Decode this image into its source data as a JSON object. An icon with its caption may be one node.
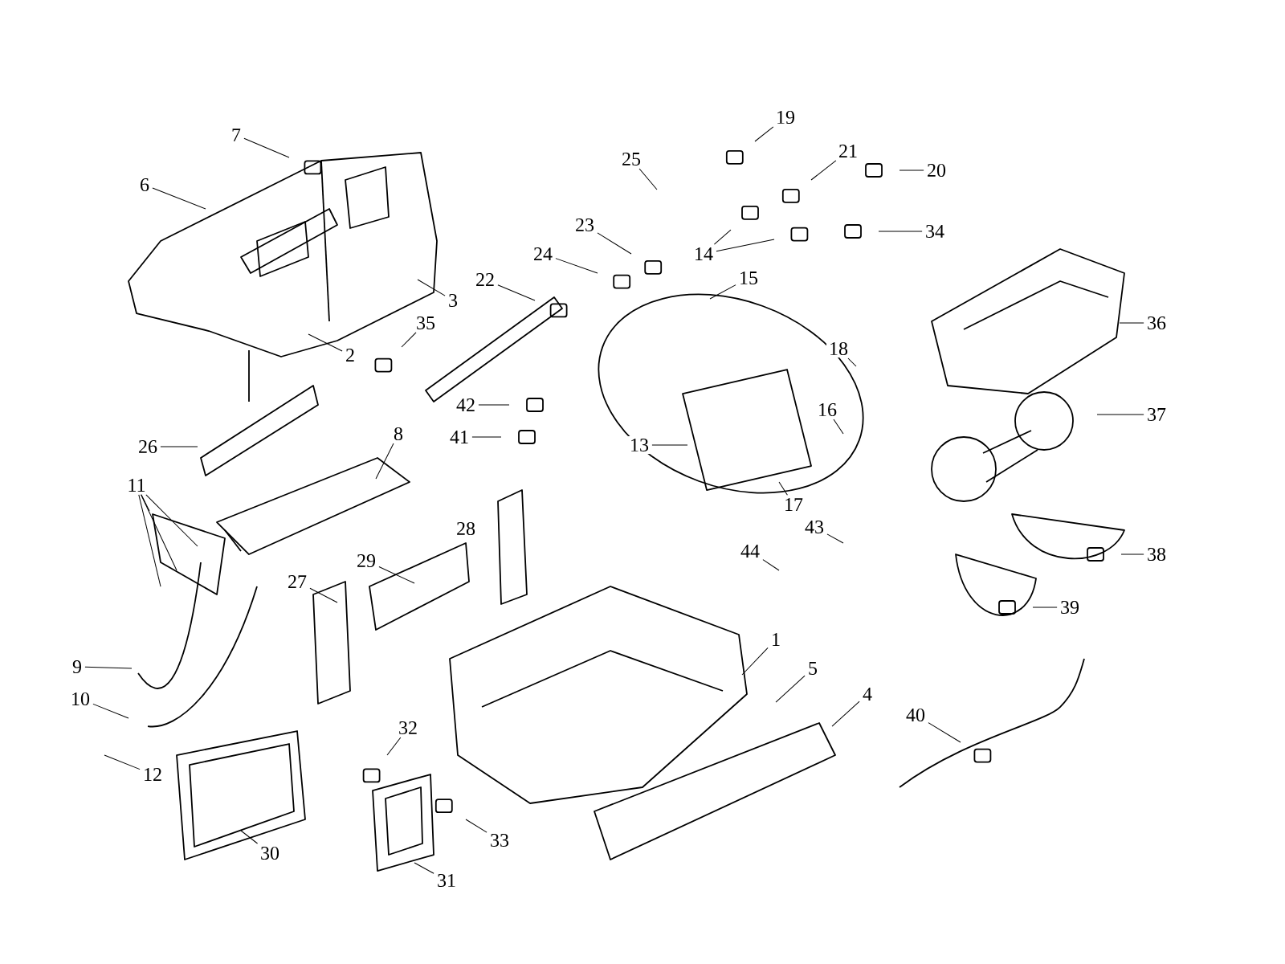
{
  "diagram": {
    "nodes": [
      {
        "text": [
          "1"
        ]
      },
      {
        "text": [
          "2"
        ]
      },
      {
        "text": [
          "3"
        ]
      },
      {
        "text": [
          "4"
        ]
      },
      {
        "text": [
          "5"
        ]
      },
      {
        "text": [
          "6"
        ]
      },
      {
        "text": [
          "7"
        ]
      },
      {
        "text": [
          "8"
        ]
      },
      {
        "text": [
          "9"
        ]
      },
      {
        "text": [
          "10"
        ]
      },
      {
        "text": [
          "11"
        ]
      },
      {
        "text": [
          "12"
        ]
      },
      {
        "text": [
          "13"
        ]
      },
      {
        "text": [
          "14"
        ]
      },
      {
        "text": [
          "15"
        ]
      },
      {
        "text": [
          "16"
        ]
      },
      {
        "text": [
          "17"
        ]
      },
      {
        "text": [
          "18"
        ]
      },
      {
        "text": [
          "19"
        ]
      },
      {
        "text": [
          "20"
        ]
      },
      {
        "text": [
          "21"
        ]
      },
      {
        "text": [
          "22"
        ]
      },
      {
        "text": [
          "23"
        ]
      },
      {
        "text": [
          "24"
        ]
      },
      {
        "text": [
          "25"
        ]
      },
      {
        "text": [
          "26"
        ]
      },
      {
        "text": [
          "27"
        ]
      },
      {
        "text": [
          "29"
        ]
      },
      {
        "text": [
          "30"
        ]
      },
      {
        "text": [
          "31"
        ]
      },
      {
        "text": [
          "32"
        ]
      },
      {
        "text": [
          "33"
        ]
      },
      {
        "text": [
          "34"
        ]
      },
      {
        "text": [
          "35"
        ]
      },
      {
        "text": [
          "36"
        ]
      },
      {
        "text": [
          "37"
        ]
      },
      {
        "text": [
          "38"
        ]
      },
      {
        "text": [
          "39"
        ]
      },
      {
        "text": [
          "40"
        ]
      },
      {
        "text": [
          "41"
        ]
      },
      {
        "text": [
          "42"
        ]
      },
      {
        "text": [
          "43"
        ]
      },
      {
        "text": [
          "44"
        ]
      }
    ],
    "edges": [
      {
        "from": 0,
        "to": null,
        "arrow": "none"
      },
      {
        "from": 1,
        "to": null,
        "arrow": "none"
      },
      {
        "from": 2,
        "to": null,
        "arrow": "none"
      },
      {
        "from": 3,
        "to": null,
        "arrow": "none"
      },
      {
        "from": 4,
        "to": null,
        "arrow": "none"
      },
      {
        "from": 5,
        "to": null,
        "arrow": "none"
      },
      {
        "from": 6,
        "to": null,
        "arrow": "none"
      },
      {
        "from": 7,
        "to": null,
        "arrow": "none"
      },
      {
        "from": 8,
        "to": null,
        "arrow": "none"
      },
      {
        "from": 9,
        "to": null,
        "arrow": "none"
      },
      {
        "from": 10,
        "to": null,
        "arrow": "none"
      },
      {
        "from": 10,
        "to": null,
        "arrow": "none"
      },
      {
        "from": 10,
        "to": null,
        "arrow": "none"
      },
      {
        "from": 10,
        "to": null,
        "arrow": "none"
      },
      {
        "from": 11,
        "to": null,
        "arrow": "none"
      },
      {
        "from": 12,
        "to": null,
        "arrow": "none"
      },
      {
        "from": 13,
        "to": null,
        "arrow": "none"
      },
      {
        "from": 13,
        "to": null,
        "arrow": "none"
      },
      {
        "from": 14,
        "to": null,
        "arrow": "none"
      },
      {
        "from": 15,
        "to": null,
        "arrow": "none"
      },
      {
        "from": 16,
        "to": null,
        "arrow": "none"
      },
      {
        "from": 17,
        "to": null,
        "arrow": "none"
      },
      {
        "from": 18,
        "to": null,
        "arrow": "none"
      },
      {
        "from": 19,
        "to": null,
        "arrow": "none"
      },
      {
        "from": 20,
        "to": null,
        "arrow": "none"
      },
      {
        "from": 21,
        "to": null,
        "arrow": "none"
      },
      {
        "from": 22,
        "to": null,
        "arrow": "none"
      },
      {
        "from": 23,
        "to": null,
        "arrow": "none"
      },
      {
        "from": 24,
        "to": null,
        "arrow": "none"
      },
      {
        "from": 25,
        "to": null,
        "arrow": "none"
      },
      {
        "from": 26,
        "to": null,
        "arrow": "none"
      },
      {
        "from": 27,
        "to": null,
        "arrow": "none"
      },
      {
        "from": 28,
        "to": null,
        "arrow": "none"
      },
      {
        "from": 29,
        "to": null,
        "arrow": "none"
      },
      {
        "from": 30,
        "to": null,
        "arrow": "none"
      },
      {
        "from": 31,
        "to": null,
        "arrow": "none"
      },
      {
        "from": 32,
        "to": null,
        "arrow": "none"
      },
      {
        "from": 33,
        "to": null,
        "arrow": "none"
      },
      {
        "from": 34,
        "to": null,
        "arrow": "none"
      },
      {
        "from": 35,
        "to": null,
        "arrow": "none"
      },
      {
        "from": 36,
        "to": null,
        "arrow": "none"
      },
      {
        "from": 37,
        "to": null,
        "arrow": "none"
      },
      {
        "from": 38,
        "to": null,
        "arrow": "none"
      },
      {
        "from": 39,
        "to": null,
        "arrow": "none"
      },
      {
        "from": 40,
        "to": null,
        "arrow": "none"
      },
      {
        "from": 41,
        "to": null,
        "arrow": "none"
      },
      {
        "from": 42,
        "to": null,
        "arrow": "none"
      }
    ],
    "labels": [
      "28"
    ]
  }
}
